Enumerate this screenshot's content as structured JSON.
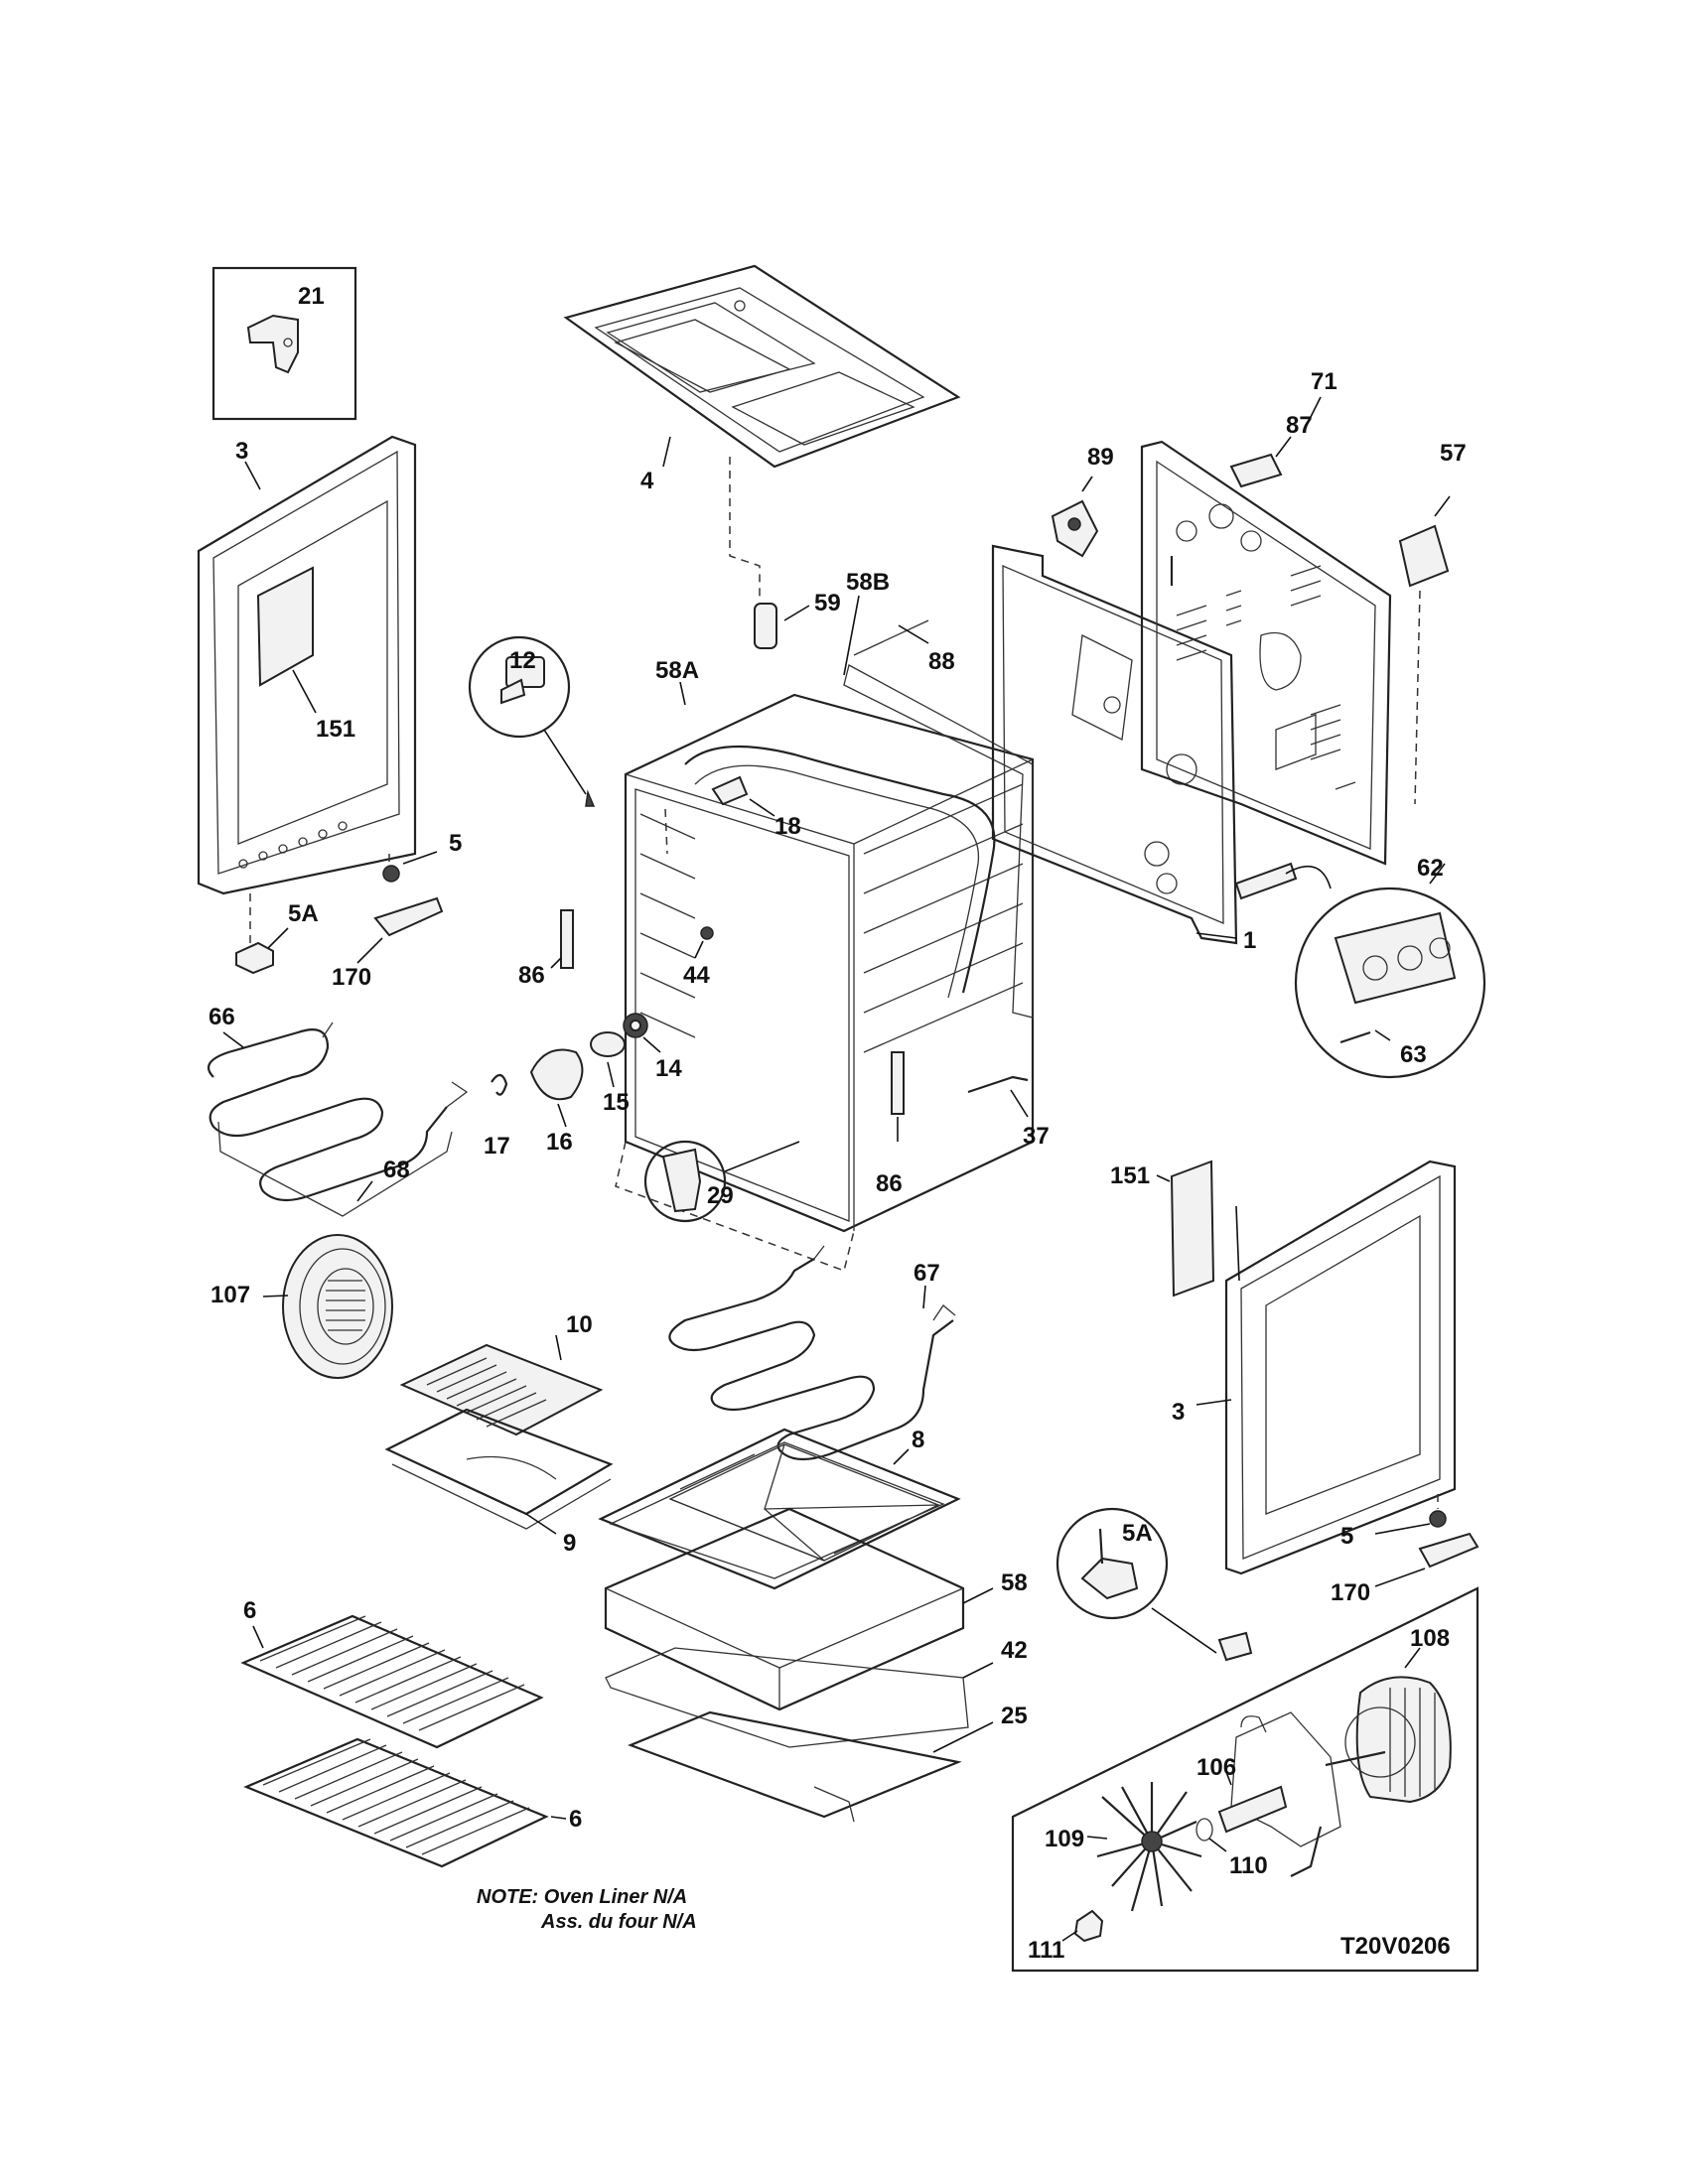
{
  "diagram": {
    "code": "T20V0206",
    "note_line1": "NOTE: Oven Liner N/A",
    "note_line2": "Ass. du four N/A",
    "part_labels": {
      "p21": "21",
      "p3a": "3",
      "p151a": "151",
      "p5a": "5",
      "p5Aa": "5A",
      "p170a": "170",
      "p66": "66",
      "p68": "68",
      "p4": "4",
      "p59": "59",
      "p58B": "58B",
      "p88": "88",
      "p58A": "58A",
      "p12": "12",
      "p18": "18",
      "p86a": "86",
      "p44": "44",
      "p14": "14",
      "p15": "15",
      "p16": "16",
      "p17": "17",
      "p29": "29",
      "p86b": "86",
      "p37": "37",
      "p89": "89",
      "p87": "87",
      "p71": "71",
      "p57": "57",
      "p1": "1",
      "p62": "62",
      "p63": "63",
      "p151b": "151",
      "p3b": "3",
      "p5b": "5",
      "p5Ab": "5A",
      "p170b": "170",
      "p107": "107",
      "p10": "10",
      "p9": "9",
      "p67": "67",
      "p8": "8",
      "p58": "58",
      "p42": "42",
      "p25": "25",
      "p6a": "6",
      "p6b": "6",
      "p108": "108",
      "p106": "106",
      "p109": "109",
      "p110": "110",
      "p111": "111"
    }
  }
}
